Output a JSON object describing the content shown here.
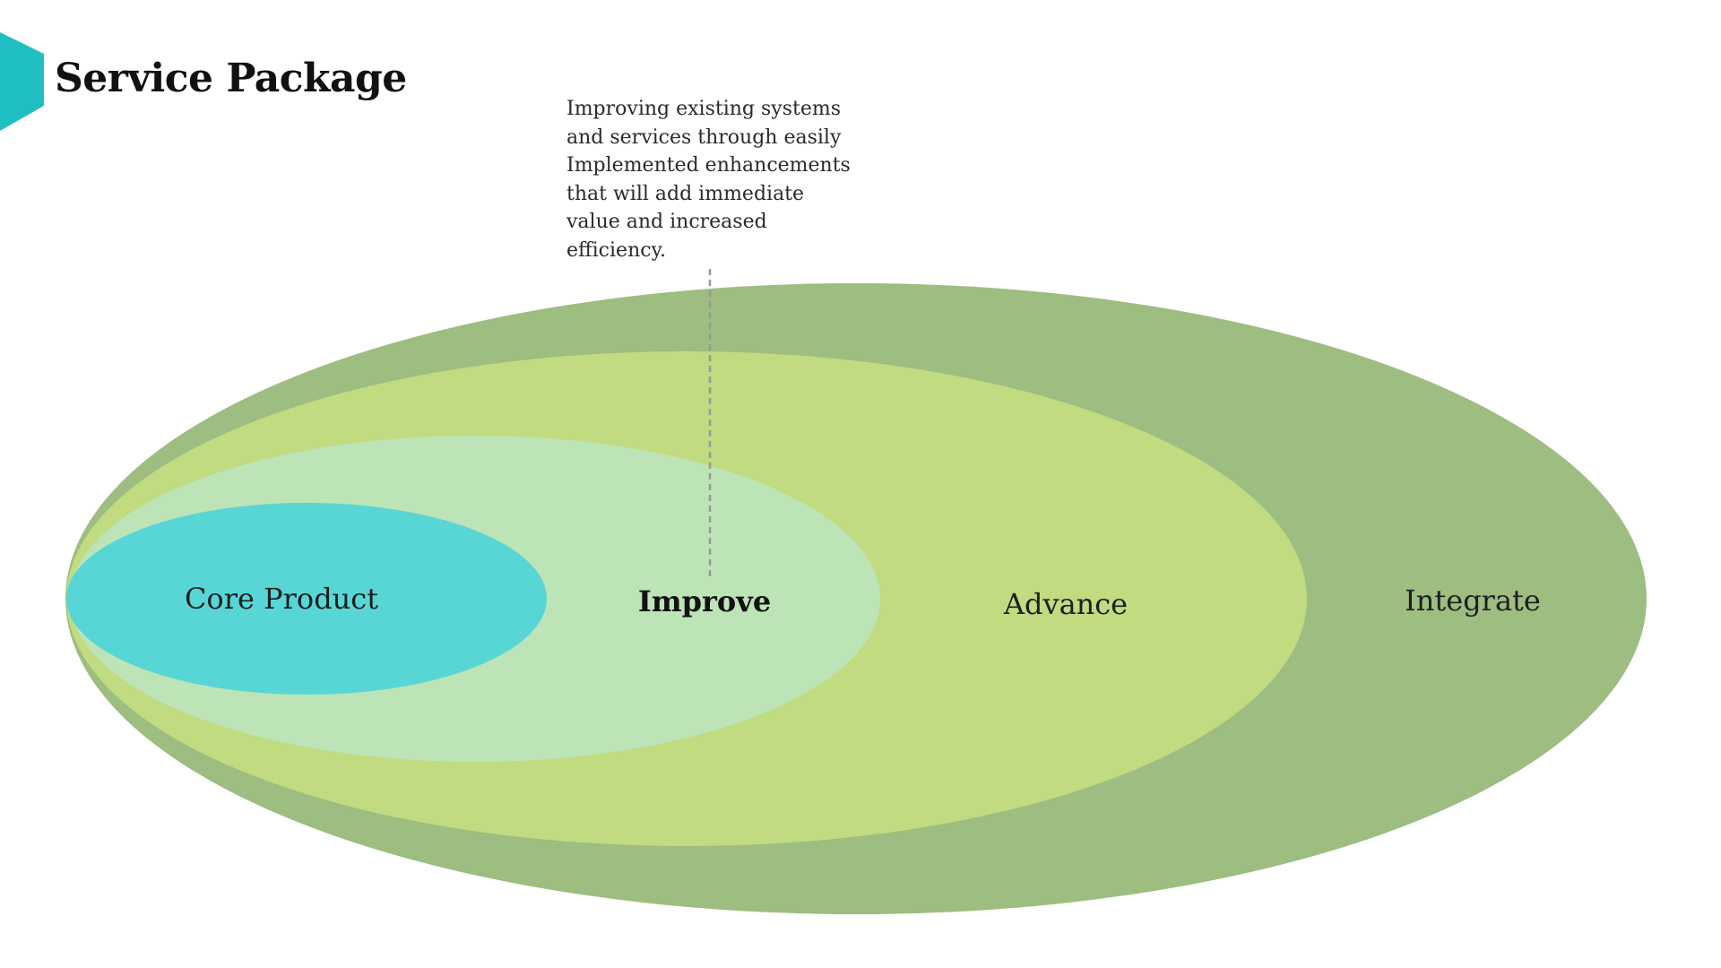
{
  "title": "Service Package",
  "callout": {
    "lines": [
      "Improving existing systems",
      "and services through easily",
      "Implemented enhancements",
      "that will add immediate",
      "value and increased",
      "efficiency."
    ]
  },
  "rings": [
    {
      "label": "Integrate",
      "color": "#9dbd81",
      "emphasis": false
    },
    {
      "label": "Advance",
      "color": "#c0db80",
      "emphasis": false
    },
    {
      "label": "Improve",
      "color": "#bde4b6",
      "emphasis": true
    },
    {
      "label": "Core Product",
      "color": "#58d6d6",
      "emphasis": false
    }
  ],
  "colors": {
    "accent": "#1fbfc1",
    "leader_line": "#999999"
  },
  "icons": {
    "corner": "teal-hexagon-accent"
  }
}
